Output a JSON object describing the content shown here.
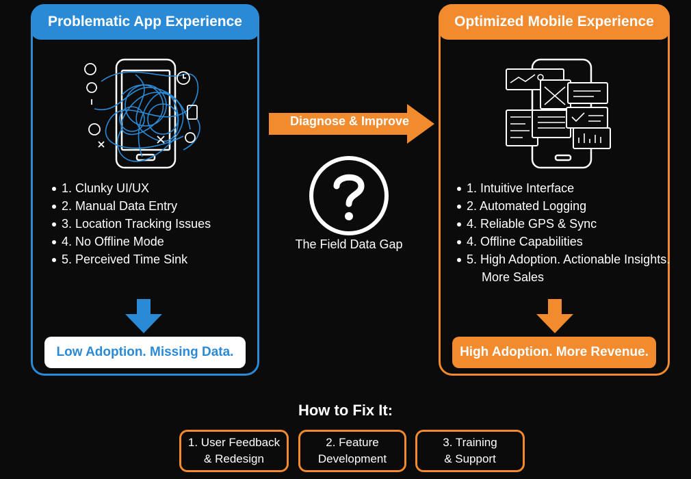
{
  "left_panel": {
    "title": "Problematic App Experience",
    "items": [
      "1. Clunky UI/UX",
      "2. Manual Data Entry",
      "3. Location Tracking Issues",
      "4. No Offline Mode",
      "5. Perceived Time Sink"
    ],
    "outcome": "Low Adoption. Missing Data.",
    "accent_color": "#2a8ad6",
    "icon": "tangled-phone-icon"
  },
  "middle": {
    "arrow_label": "Diagnose & Improve",
    "gap_label": "The Field Data Gap",
    "icon": "question-circle-icon"
  },
  "right_panel": {
    "title": "Optimized Mobile Experience",
    "items": [
      "1. Intuitive Interface",
      "2. Automated Logging",
      "4. Reliable GPS & Sync",
      "4. Offline Capabilities",
      "5. High Adoption. Actionable Insights."
    ],
    "item_continuation": "More Sales",
    "outcome": "High Adoption. More Revenue.",
    "accent_color": "#f28a2e",
    "icon": "organized-phone-icon"
  },
  "fixes": {
    "title": "How to Fix It:",
    "buttons": [
      {
        "line1": "1. User Feedback",
        "line2": "& Redesign"
      },
      {
        "line1": "2. Feature",
        "line2": "Development"
      },
      {
        "line1": "3. Training",
        "line2": "& Support"
      }
    ]
  }
}
